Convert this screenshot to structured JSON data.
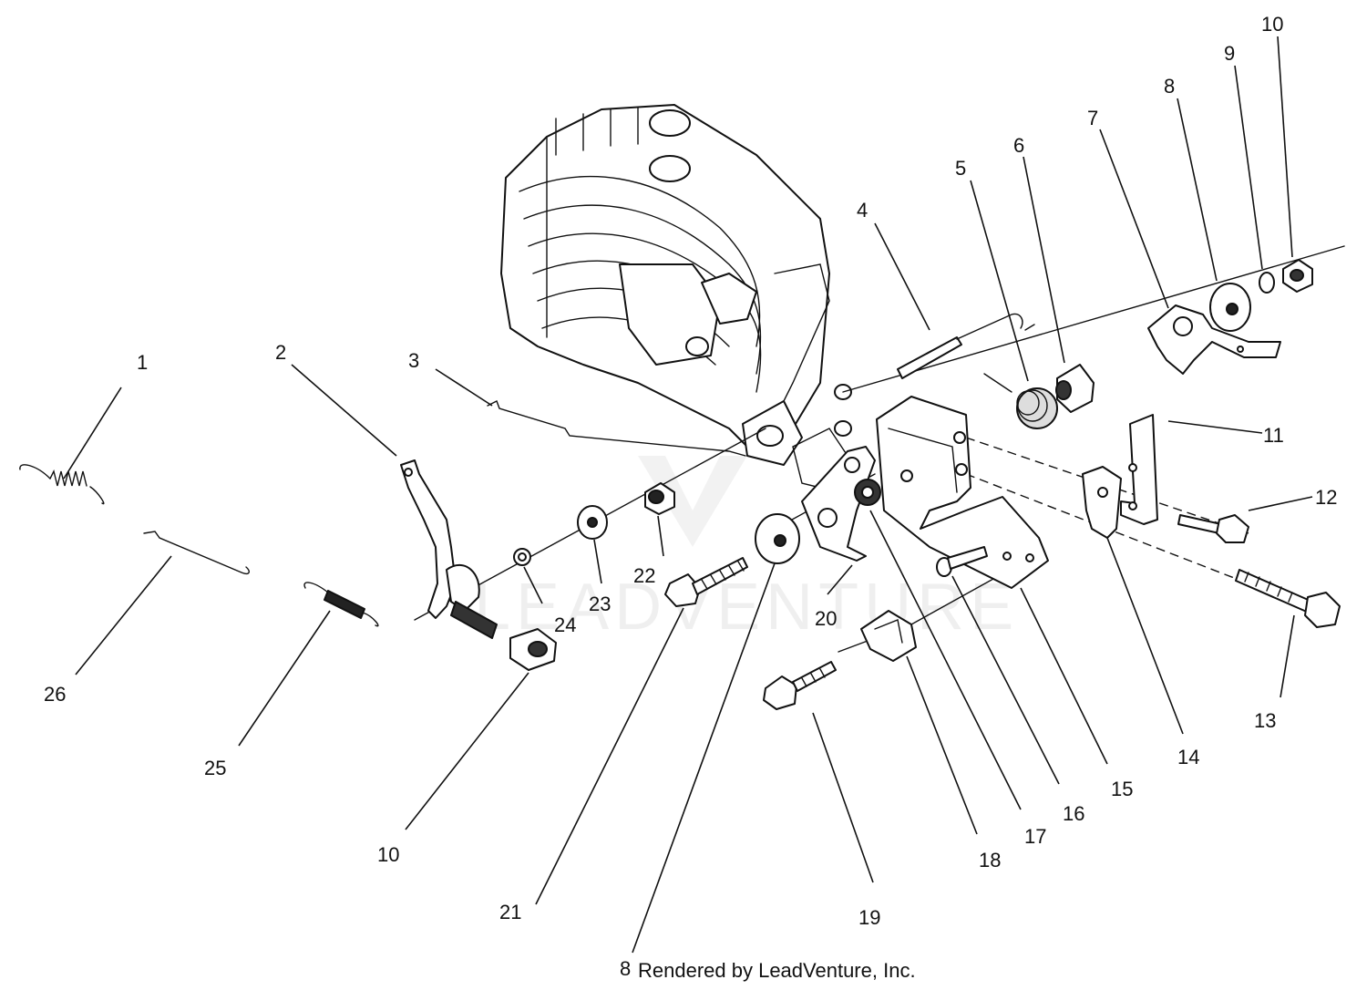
{
  "diagram": {
    "callouts": [
      {
        "id": "c1",
        "text": "1"
      },
      {
        "id": "c2",
        "text": "2"
      },
      {
        "id": "c3",
        "text": "3"
      },
      {
        "id": "c4",
        "text": "4"
      },
      {
        "id": "c5",
        "text": "5"
      },
      {
        "id": "c6",
        "text": "6"
      },
      {
        "id": "c7",
        "text": "7"
      },
      {
        "id": "c8a",
        "text": "8"
      },
      {
        "id": "c9",
        "text": "9"
      },
      {
        "id": "c10a",
        "text": "10"
      },
      {
        "id": "c11",
        "text": "11"
      },
      {
        "id": "c12",
        "text": "12"
      },
      {
        "id": "c13",
        "text": "13"
      },
      {
        "id": "c14",
        "text": "14"
      },
      {
        "id": "c15",
        "text": "15"
      },
      {
        "id": "c16",
        "text": "16"
      },
      {
        "id": "c17",
        "text": "17"
      },
      {
        "id": "c18",
        "text": "18"
      },
      {
        "id": "c19",
        "text": "19"
      },
      {
        "id": "c20",
        "text": "20"
      },
      {
        "id": "c21",
        "text": "21"
      },
      {
        "id": "c22",
        "text": "22"
      },
      {
        "id": "c23",
        "text": "23"
      },
      {
        "id": "c24",
        "text": "24"
      },
      {
        "id": "c25",
        "text": "25"
      },
      {
        "id": "c26",
        "text": "26"
      },
      {
        "id": "c10b",
        "text": "10"
      },
      {
        "id": "c8b",
        "text": "8"
      }
    ],
    "watermark": "LEADVENTURE",
    "footer": "Rendered by LeadVenture, Inc."
  }
}
